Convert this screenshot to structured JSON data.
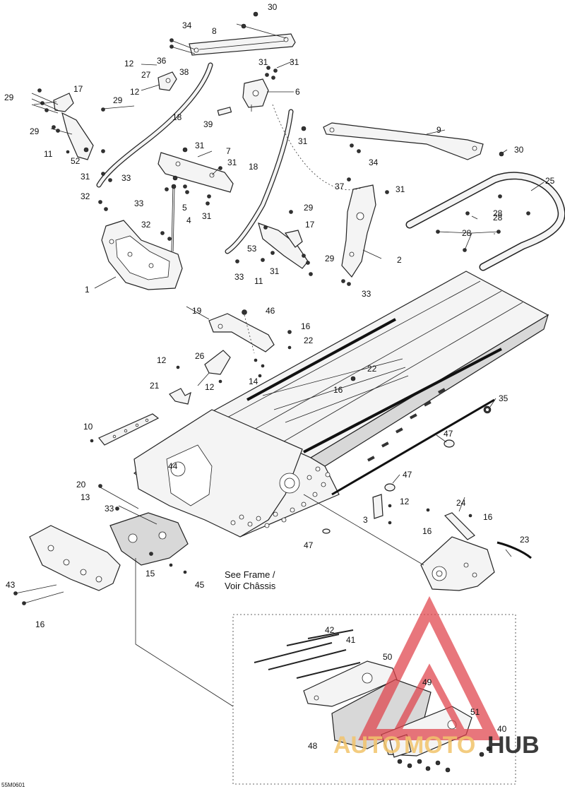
{
  "diagram": {
    "part_labels": [
      "30",
      "34",
      "8",
      "12",
      "36",
      "38",
      "27",
      "31",
      "31",
      "6",
      "12",
      "17",
      "29",
      "29",
      "18",
      "39",
      "31",
      "9",
      "30",
      "29",
      "11",
      "52",
      "31",
      "33",
      "7",
      "31",
      "34",
      "31",
      "18",
      "37",
      "31",
      "25",
      "32",
      "33",
      "5",
      "31",
      "29",
      "28",
      "28",
      "4",
      "32",
      "17",
      "53",
      "29",
      "1",
      "33",
      "11",
      "31",
      "33",
      "2",
      "28",
      "19",
      "46",
      "16",
      "22",
      "12",
      "26",
      "14",
      "21",
      "12",
      "22",
      "16",
      "35",
      "10",
      "47",
      "44",
      "47",
      "20",
      "13",
      "33",
      "12",
      "3",
      "24",
      "16",
      "16",
      "23",
      "15",
      "45",
      "43",
      "16",
      "47",
      "42",
      "41",
      "50",
      "49",
      "51",
      "40",
      "48"
    ],
    "see_frame_line1": "See Frame /",
    "see_frame_line2": "Voir Châssis",
    "drawing_code": "55M0601"
  },
  "watermark": {
    "text_left": "AUTO",
    "text_mid": "MOTO",
    "text_right": "HUB",
    "colors": {
      "left": "#f2c46b",
      "mid": "#f2c46b",
      "right": "#1a1a1a",
      "logo": "#e0424a"
    }
  }
}
